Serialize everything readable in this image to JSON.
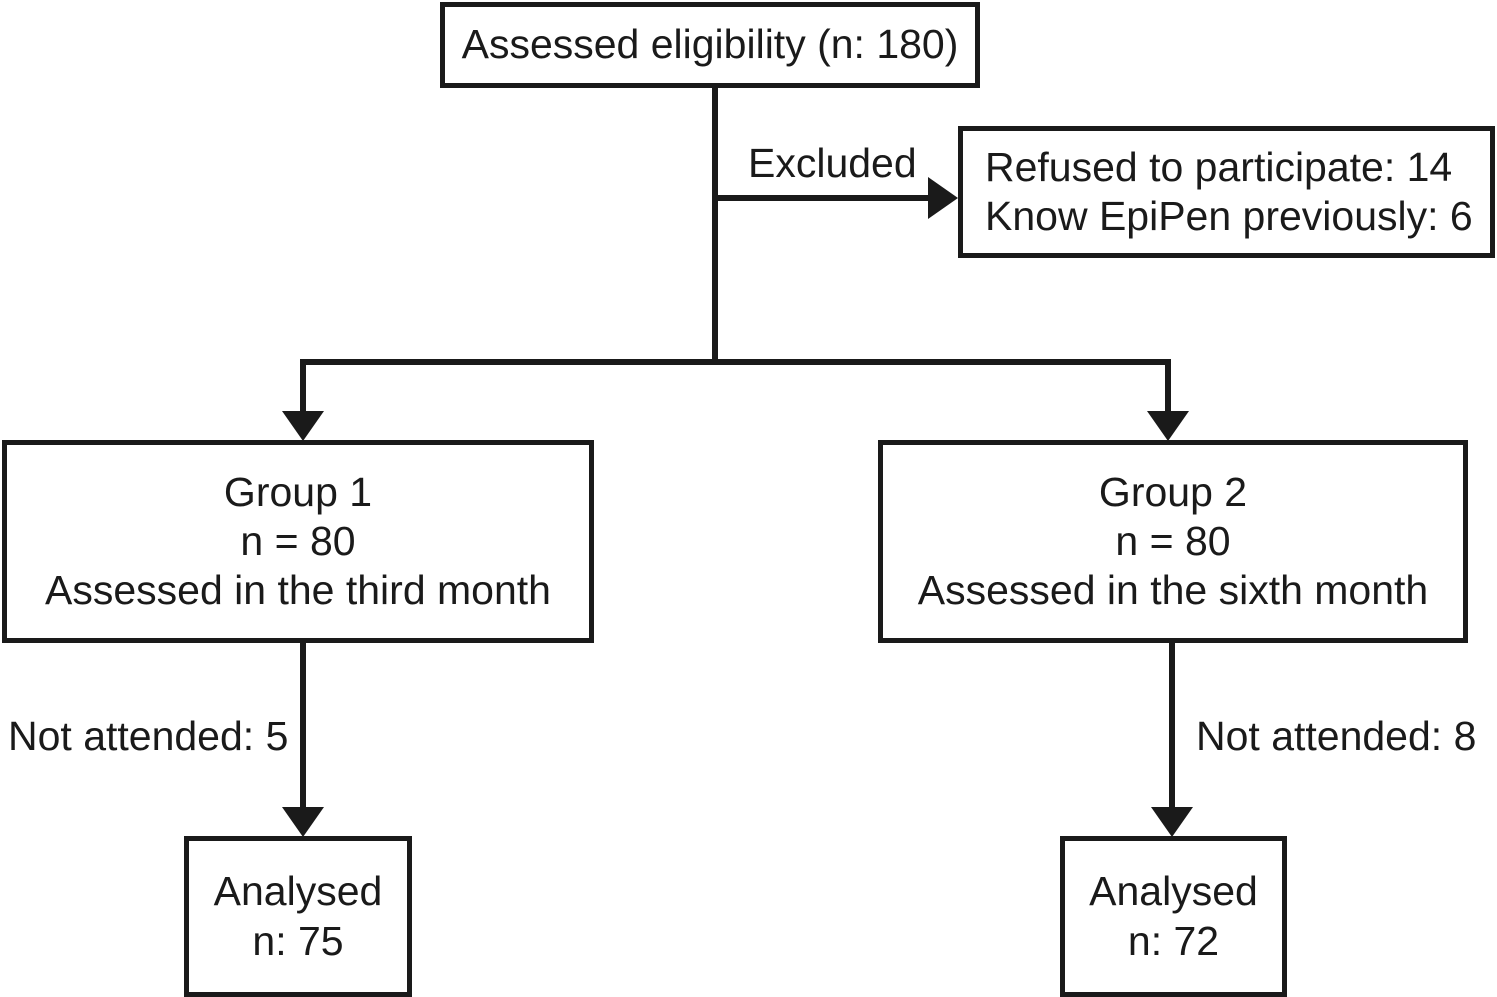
{
  "diagram": {
    "title": "CONSORT participant flow diagram",
    "stroke_color": "#1a1a1a",
    "background_color": "#ffffff",
    "nodes": {
      "eligibility": {
        "lines": [
          "Assessed eligibility (n: 180)"
        ]
      },
      "excluded_reasons": {
        "lines": [
          "Refused to participate: 14",
          "Know EpiPen previously: 6"
        ]
      },
      "group1": {
        "lines": [
          "Group 1",
          "n = 80",
          "Assessed in the third month"
        ]
      },
      "group2": {
        "lines": [
          "Group 2",
          "n = 80",
          "Assessed in the sixth month"
        ]
      },
      "analysed1": {
        "lines": [
          "Analysed",
          "n: 75"
        ]
      },
      "analysed2": {
        "lines": [
          "Analysed",
          "n: 72"
        ]
      }
    },
    "edge_labels": {
      "excluded": "Excluded",
      "not_attended_1": "Not attended: 5",
      "not_attended_2": "Not attended: 8"
    }
  }
}
